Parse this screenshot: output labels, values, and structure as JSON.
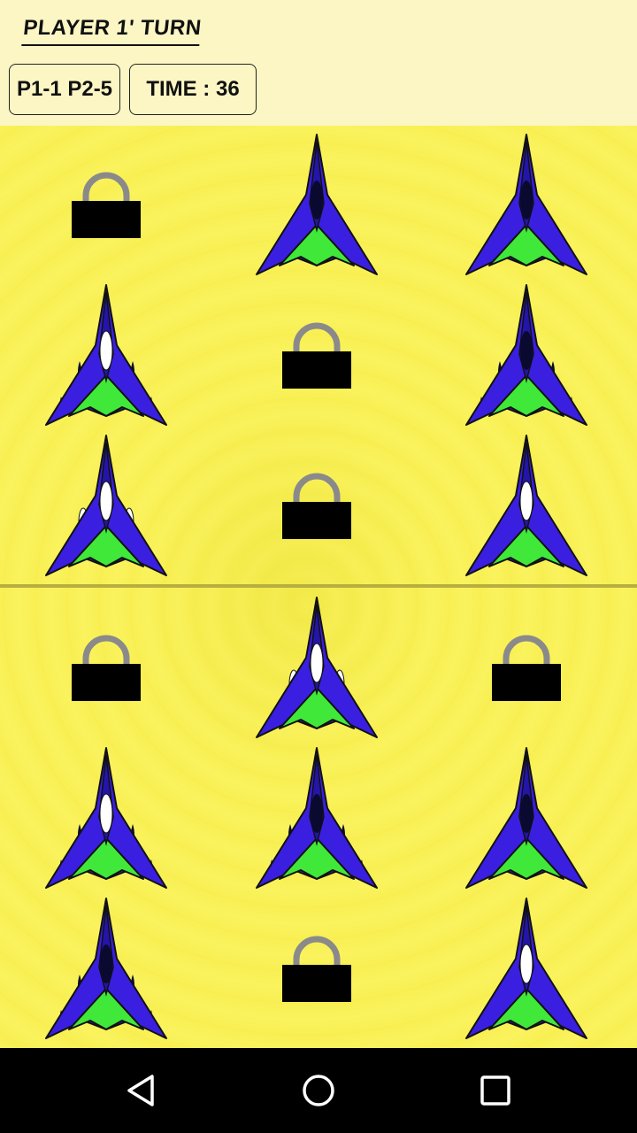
{
  "header": {
    "turn_label": "PLAYER 1' TURN",
    "score_label": "P1-1 P2-5",
    "time_label": "TIME : 36"
  },
  "board": {
    "top_grid": [
      [
        "lock",
        "jet-dark",
        "jet-dark"
      ],
      [
        "jet-white-fins",
        "lock",
        "jet-dark-fins"
      ],
      [
        "jet-white-pods",
        "lock",
        "jet-white"
      ]
    ],
    "bottom_grid": [
      [
        "lock",
        "jet-white-pods",
        "lock"
      ],
      [
        "jet-white-fins",
        "jet-dark-fins",
        "jet-dark"
      ],
      [
        "jet-dark-fins",
        "lock",
        "jet-white"
      ]
    ]
  },
  "colors": {
    "header_bg": "#fbf6c4",
    "board_bg": "#fbf35e",
    "jet_wing": "#3a1fe0",
    "jet_tail": "#40e83a",
    "lock_body": "#000000",
    "lock_shackle": "#8a8a8a"
  },
  "navbar": {
    "icons": [
      "back-triangle-icon",
      "home-circle-icon",
      "recents-square-icon"
    ]
  }
}
